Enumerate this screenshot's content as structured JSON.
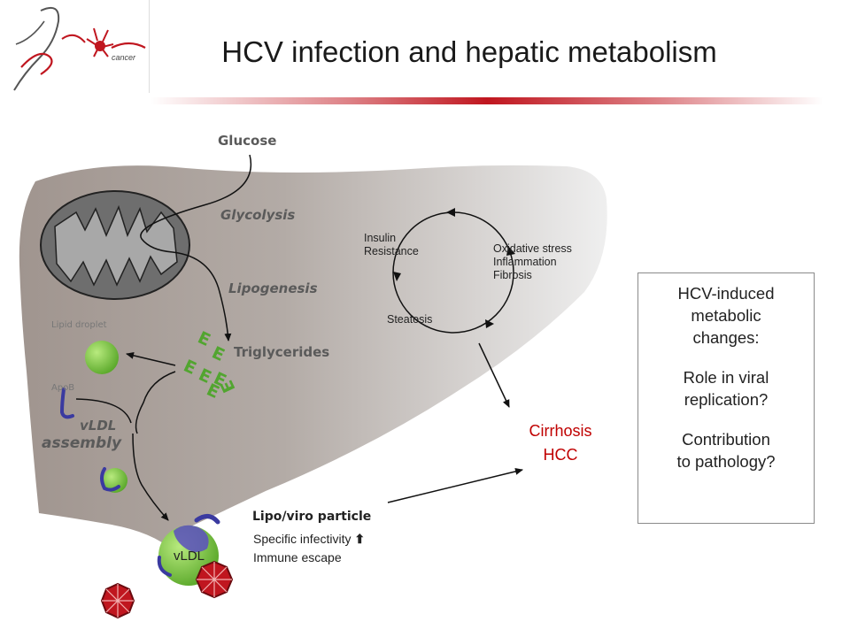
{
  "title": "HCV infection and hepatic metabolism",
  "logo": {
    "text": "cancer",
    "accent": "#c0161f"
  },
  "colors": {
    "liver": "#a59c97",
    "mito_outer": "#6e6e6e",
    "mito_inner": "#a8a8a8",
    "lipid": "#7cc243",
    "apob": "#3a3aa0",
    "virus": "#c0161f",
    "cirrhosis": "#c00000"
  },
  "labels": {
    "glucose": "Glucose",
    "glycolysis": "Glycolysis",
    "lipogenesis": "Lipogenesis",
    "triglycerides": "Triglycerides",
    "lipid_droplet": "Lipid droplet",
    "apob": "ApoB",
    "vldl_assembly_1": "vLDL",
    "vldl_assembly_2": "assembly",
    "vldl": "vLDL"
  },
  "cycle": {
    "insulin": "Insulin\nResistance",
    "oxidative": "Oxidative stress\nInflammation\nFibrosis",
    "steatosis": "Steatosis"
  },
  "outcome": {
    "text": "Cirrhosis\nHCC"
  },
  "lipo": {
    "title": "Lipo/viro particle",
    "line1": "Specific infectivity",
    "line1_icon": "up-arrow-icon",
    "line2": "Immune escape"
  },
  "sidebox": {
    "p1": "HCV-induced\nmetabolic\nchanges:",
    "p2": "Role in viral\nreplication?",
    "p3": "Contribution\nto pathology?"
  }
}
